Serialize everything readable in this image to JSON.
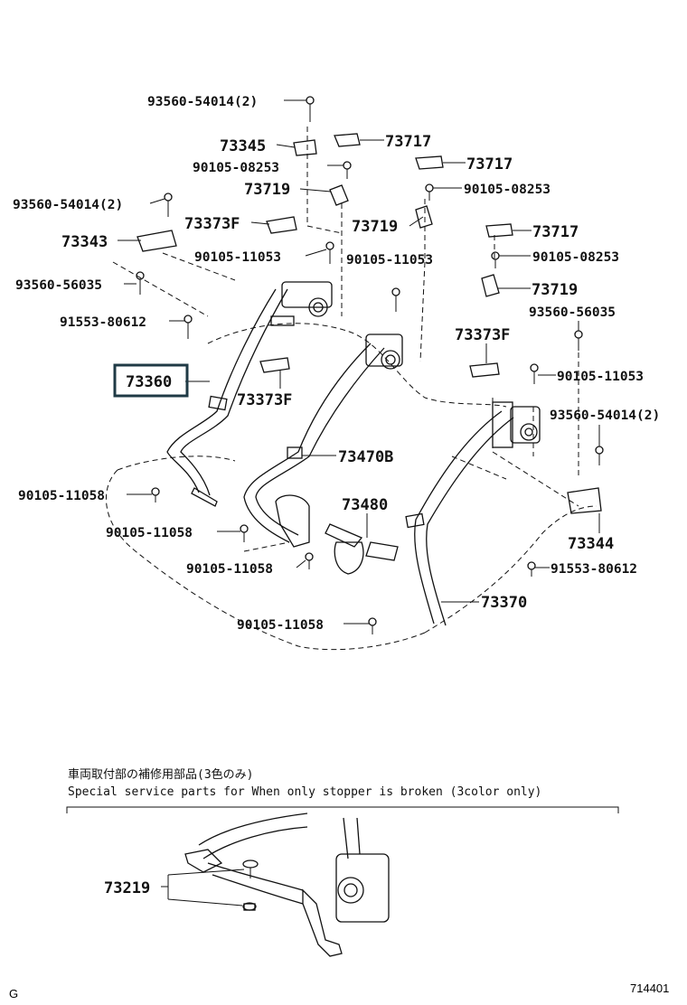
{
  "diagram": {
    "labels": {
      "l_93560_54014_top": "93560-54014(2)",
      "l_73345": "73345",
      "l_73717_a": "73717",
      "l_90105_08253_a": "90105-08253",
      "l_73717_b": "73717",
      "l_73719_a": "73719",
      "l_90105_08253_b": "90105-08253",
      "l_93560_54014_left": "93560-54014(2)",
      "l_73373F_a": "73373F",
      "l_73719_b": "73719",
      "l_73717_c": "73717",
      "l_73343": "73343",
      "l_90105_11053_a": "90105-11053",
      "l_90105_11053_b": "90105-11053",
      "l_90105_08253_c": "90105-08253",
      "l_93560_56035_a": "93560-56035",
      "l_73719_c": "73719",
      "l_91553_80612_a": "91553-80612",
      "l_93560_56035_b": "93560-56035",
      "l_73373F_b": "73373F",
      "l_73360": "73360",
      "l_73373F_c": "73373F",
      "l_90105_11053_c": "90105-11053",
      "l_93560_54014_right": "93560-54014(2)",
      "l_73470B": "73470B",
      "l_90105_11058_a": "90105-11058",
      "l_73480": "73480",
      "l_90105_11058_b": "90105-11058",
      "l_73344": "73344",
      "l_90105_11058_c": "90105-11058",
      "l_91553_80612_b": "91553-80612",
      "l_73370": "73370",
      "l_90105_11058_d": "90105-11058"
    },
    "note_jp": "車両取付部の補修用部品(3色のみ)",
    "note_en": "Special  service  parts  for  When  only  stopper  is  broken  (3color  only)",
    "l_73219": "73219",
    "corner_left": "G",
    "corner_right": "714401"
  }
}
